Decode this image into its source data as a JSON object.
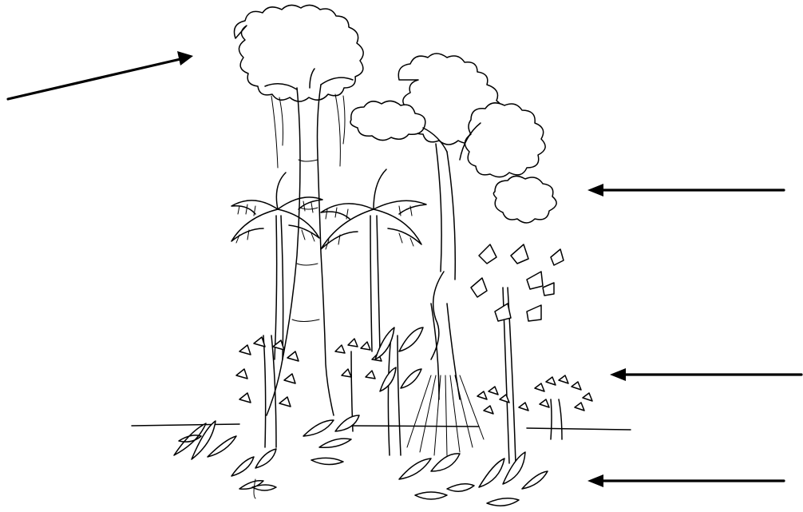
{
  "figure": {
    "description": "",
    "label_arrows": [
      {
        "id": "emergent",
        "direction": "right"
      },
      {
        "id": "canopy",
        "direction": "left"
      },
      {
        "id": "understory",
        "direction": "left"
      },
      {
        "id": "forest-floor",
        "direction": "left"
      }
    ],
    "labels": []
  }
}
